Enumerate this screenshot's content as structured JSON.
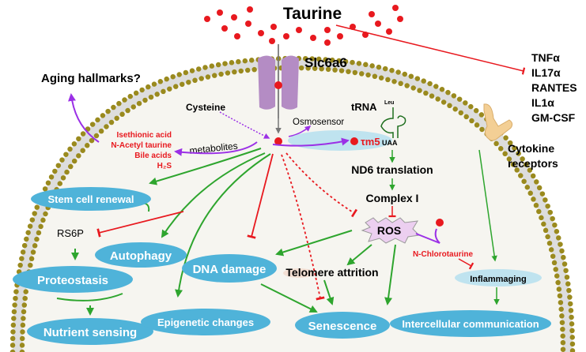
{
  "colors": {
    "activate": "#2ea52e",
    "inhibit": "#e8191f",
    "purple": "#9b30e6",
    "membrane": "#9a8a1e",
    "ellipse": "#4fb3d9",
    "taurine": "#e8191f"
  },
  "top": {
    "taurine": "Taurine",
    "transporter": "Slc6a6"
  },
  "cytokines": [
    "TNFα",
    "IL17α",
    "RANTES",
    "IL1α",
    "GM-CSF"
  ],
  "labels": {
    "aging": "Aging hallmarks?",
    "cysteine": "Cysteine",
    "osmosensor": "Osmosensor",
    "metabolites": "metabolites",
    "trna": "tRNA",
    "trna_sup": "Leu",
    "tm5": "τm5",
    "uaa": "UAA",
    "nd6": "ND6 translation",
    "complex1": "Complex I",
    "ros": "ROS",
    "nchloro": "N-Chlorotaurine",
    "cytokine_receptors_1": "Cytokine",
    "cytokine_receptors_2": "receptors",
    "rs6p": "RS6P",
    "telomere": "Telomere attrition",
    "inflammaging": "Inflammaging"
  },
  "metabolite_list": [
    "Isethionic acid",
    "N-Acetyl taurine",
    "Bile acids",
    "H₂S"
  ],
  "hallmarks": {
    "stem": "Stem cell renewal",
    "autophagy": "Autophagy",
    "proteostasis": "Proteostasis",
    "nutrient": "Nutrient sensing",
    "dna": "DNA damage",
    "epigenetic": "Epigenetic changes",
    "senescence": "Senescence",
    "intercellular": "Intercellular communication"
  }
}
